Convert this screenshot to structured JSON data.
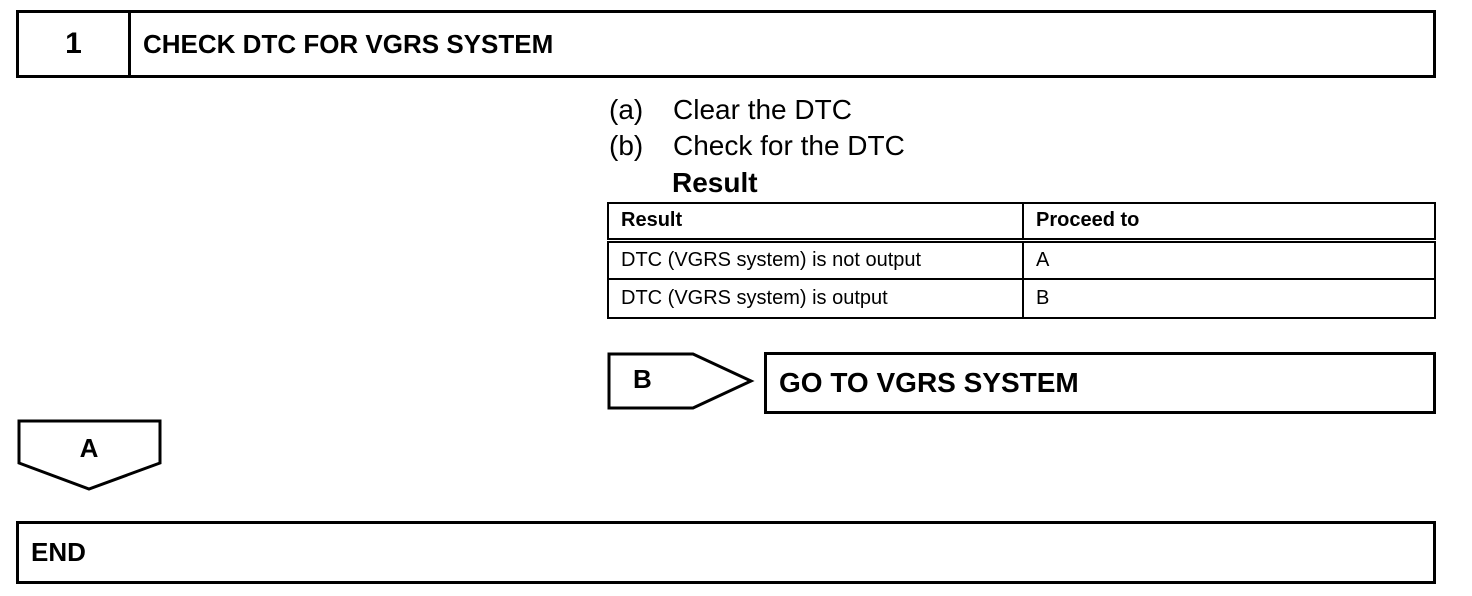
{
  "step": {
    "number": "1",
    "title": "CHECK DTC FOR VGRS SYSTEM"
  },
  "instructions": [
    {
      "label": "(a)",
      "text": "Clear the DTC"
    },
    {
      "label": "(b)",
      "text": "Check for the DTC"
    }
  ],
  "result_heading": "Result",
  "result_table": {
    "headers": [
      "Result",
      "Proceed to"
    ],
    "rows": [
      [
        "DTC (VGRS system) is not output",
        "A"
      ],
      [
        "DTC (VGRS system) is output",
        "B"
      ]
    ]
  },
  "branch_b": {
    "label": "B",
    "target": "GO TO VGRS SYSTEM"
  },
  "branch_a": {
    "label": "A"
  },
  "end": {
    "label": "END"
  }
}
